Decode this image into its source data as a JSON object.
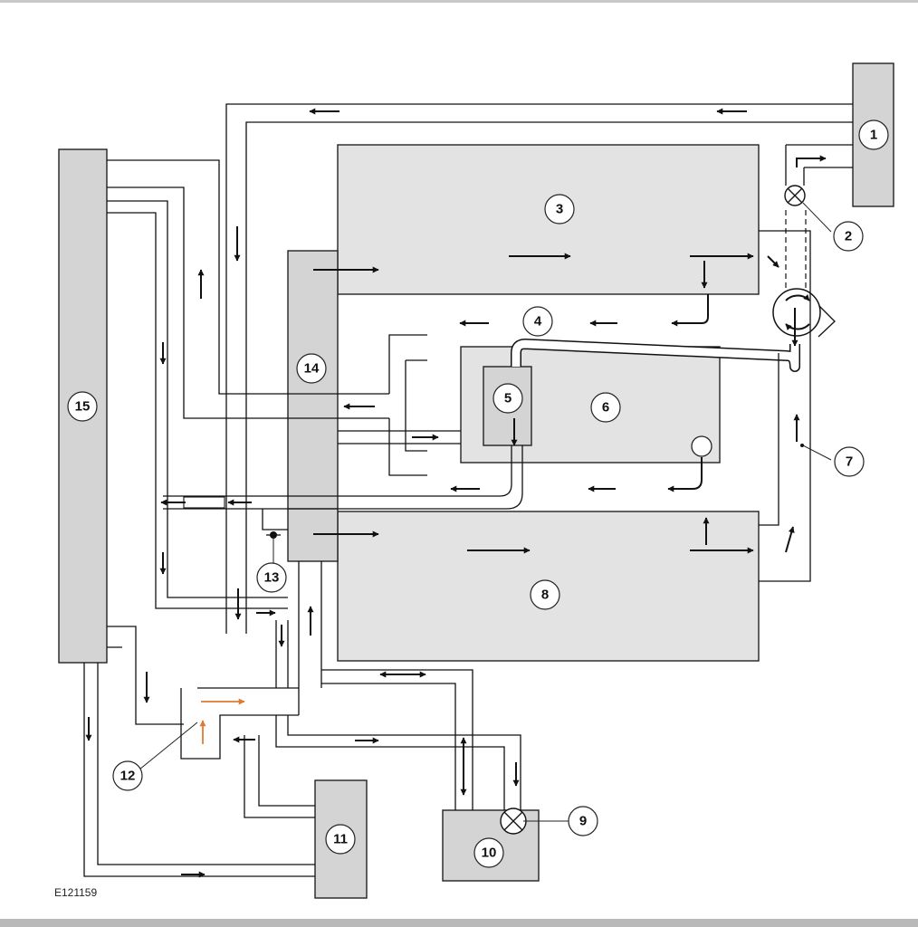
{
  "diagram": {
    "figure_code": "E121159",
    "callouts": [
      "1",
      "2",
      "3",
      "4",
      "5",
      "6",
      "7",
      "8",
      "9",
      "10",
      "11",
      "12",
      "13",
      "14",
      "15"
    ],
    "colors": {
      "component_fill": "#d4d4d4",
      "chamber_fill": "#e3e3e3",
      "line": "#111111",
      "highlight_arrow": "#e07a32"
    }
  }
}
